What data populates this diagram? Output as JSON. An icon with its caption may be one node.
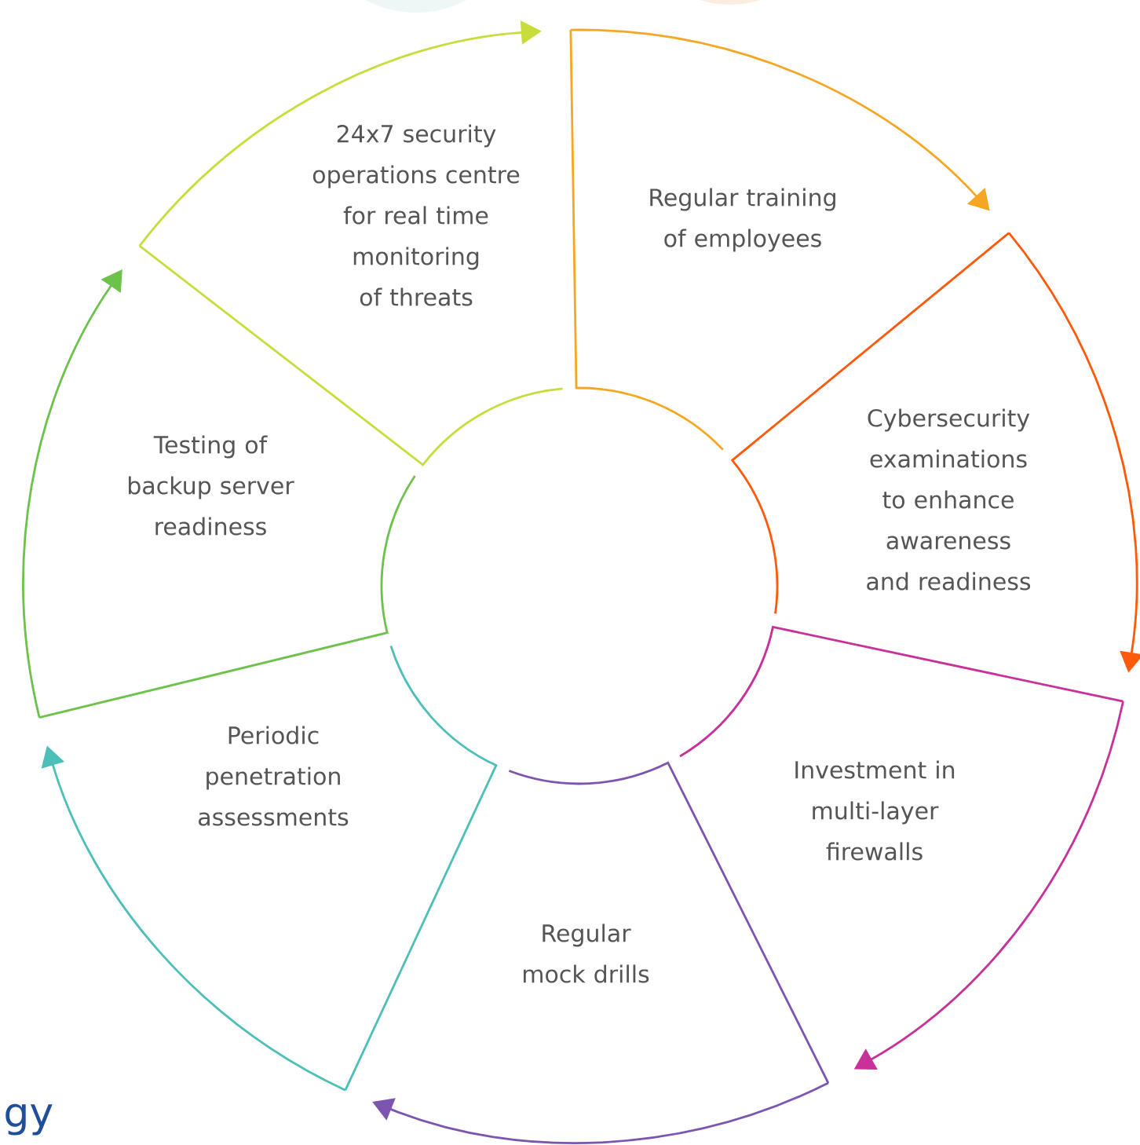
{
  "diagram": {
    "nodes": [
      {
        "text": [
          "24x7 security operations centre for real time monitoring of threats"
        ]
      },
      {
        "text": [
          "Regular training of employees"
        ]
      },
      {
        "text": [
          "Cybersecurity examinations to enhance awareness and readiness"
        ]
      },
      {
        "text": [
          "Investment in multi-layer firewalls"
        ]
      },
      {
        "text": [
          "Regular mock drills"
        ]
      },
      {
        "text": [
          "Periodic penetration assessments"
        ]
      },
      {
        "text": [
          "Testing of backup server readiness"
        ]
      }
    ],
    "edges": [
      {
        "from": 0,
        "to": 1,
        "arrow": "to",
        "color": "#c8dc3c"
      },
      {
        "from": 1,
        "to": 2,
        "arrow": "to",
        "color": "#f5a623"
      },
      {
        "from": 2,
        "to": 3,
        "arrow": "to",
        "color": "#ff5a0a"
      },
      {
        "from": 3,
        "to": 4,
        "arrow": "to",
        "color": "#c8309a"
      },
      {
        "from": 4,
        "to": 5,
        "arrow": "to",
        "color": "#7b55b0"
      },
      {
        "from": 5,
        "to": 6,
        "arrow": "to",
        "color": "#4bbfb8"
      },
      {
        "from": 6,
        "to": 0,
        "arrow": "to",
        "color": "#6cc24a"
      }
    ],
    "labels": [
      "gy"
    ]
  }
}
